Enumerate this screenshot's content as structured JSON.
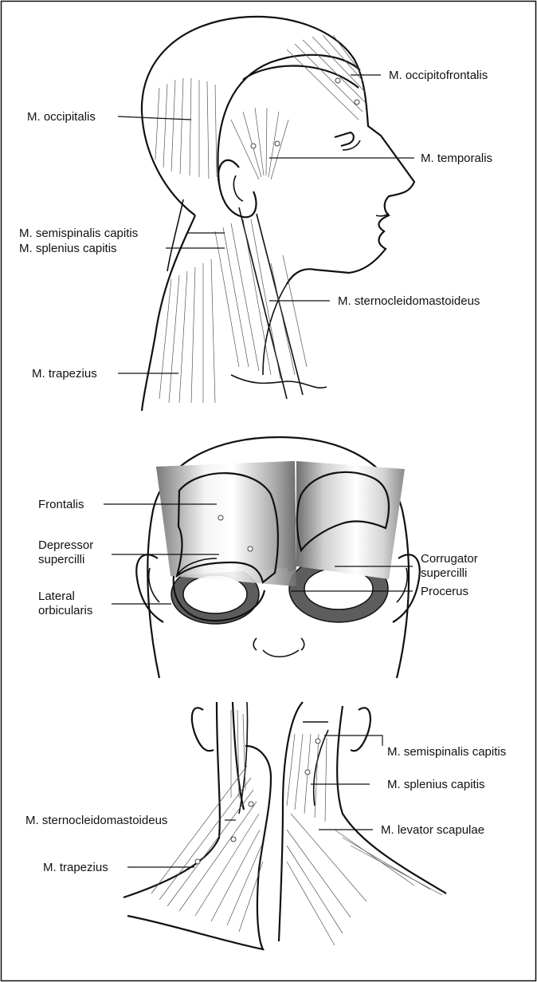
{
  "labels": {
    "occipitofrontalis": "M. occipitofrontalis",
    "occipitalis": "M. occipitalis",
    "temporalis": "M. temporalis",
    "semispinalis_1": "M. semispinalis capitis",
    "splenius_1": "M. splenius capitis",
    "sternocleidomastoideus_1": "M. sternocleidomastoideus",
    "trapezius_1": "M. trapezius",
    "frontalis": "Frontalis",
    "depressor_line1": "Depressor",
    "depressor_line2": "supercilli",
    "lateral_line1": "Lateral",
    "lateral_line2": "orbicularis",
    "corrugator_line1": "Corrugator",
    "corrugator_line2": "supercilli",
    "procerus": "Procerus",
    "semispinalis_2": "M. semispinalis capitis",
    "splenius_2": "M. splenius capitis",
    "sternocleidomastoideus_2": "M. sternocleidomastoideus",
    "levator_scapulae": "M. levator scapulae",
    "trapezius_2": "M. trapezius"
  }
}
